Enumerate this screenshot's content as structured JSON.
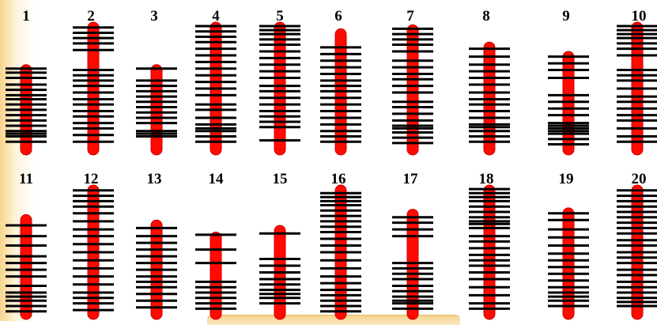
{
  "colors": {
    "chromosome": "#ff0a00",
    "chromosome_edge": "#c80000",
    "band": "#000000",
    "glow": "#f7cd78"
  },
  "chromosomes": [
    {
      "label": "1",
      "top": 0.32,
      "bottom": 1.0,
      "bands": [
        0.35,
        0.38,
        0.42,
        0.47,
        0.51,
        0.55,
        0.58,
        0.62,
        0.66,
        0.7,
        0.74,
        0.78,
        0.82,
        0.84,
        0.86,
        0.9
      ]
    },
    {
      "label": "2",
      "top": 0.0,
      "bottom": 1.0,
      "bands": [
        0.04,
        0.08,
        0.12,
        0.16,
        0.21,
        0.36,
        0.4,
        0.44,
        0.48,
        0.53,
        0.58,
        0.62,
        0.67,
        0.71,
        0.76,
        0.8,
        0.85,
        0.9
      ]
    },
    {
      "label": "3",
      "top": 0.32,
      "bottom": 1.0,
      "bands": [
        0.35,
        0.44,
        0.48,
        0.52,
        0.56,
        0.6,
        0.64,
        0.68,
        0.72,
        0.76,
        0.82,
        0.84,
        0.86
      ]
    },
    {
      "label": "4",
      "top": 0.0,
      "bottom": 1.0,
      "bands": [
        0.03,
        0.07,
        0.11,
        0.15,
        0.2,
        0.25,
        0.3,
        0.35,
        0.4,
        0.45,
        0.5,
        0.55,
        0.62,
        0.66,
        0.72,
        0.77,
        0.8,
        0.82,
        0.86,
        0.9
      ]
    },
    {
      "label": "5",
      "top": 0.0,
      "bottom": 1.0,
      "bands": [
        0.03,
        0.06,
        0.09,
        0.13,
        0.17,
        0.22,
        0.27,
        0.32,
        0.37,
        0.42,
        0.48,
        0.52,
        0.57,
        0.62,
        0.67,
        0.71,
        0.75,
        0.79,
        0.89
      ]
    },
    {
      "label": "6",
      "top": 0.05,
      "bottom": 1.0,
      "bands": [
        0.19,
        0.24,
        0.29,
        0.34,
        0.39,
        0.44,
        0.48,
        0.52,
        0.57,
        0.62,
        0.67,
        0.72,
        0.77,
        0.82,
        0.86,
        0.9
      ]
    },
    {
      "label": "7",
      "top": 0.02,
      "bottom": 1.0,
      "bands": [
        0.05,
        0.09,
        0.13,
        0.17,
        0.22,
        0.29,
        0.34,
        0.39,
        0.43,
        0.48,
        0.53,
        0.6,
        0.64,
        0.69,
        0.74,
        0.78,
        0.8,
        0.83,
        0.87,
        0.91
      ]
    },
    {
      "label": "8",
      "top": 0.15,
      "bottom": 1.0,
      "bands": [
        0.2,
        0.26,
        0.32,
        0.37,
        0.42,
        0.47,
        0.53,
        0.58,
        0.62,
        0.67,
        0.72,
        0.77,
        0.79,
        0.82,
        0.86,
        0.9
      ]
    },
    {
      "label": "9",
      "top": 0.22,
      "bottom": 1.0,
      "bands": [
        0.26,
        0.31,
        0.36,
        0.42,
        0.55,
        0.6,
        0.65,
        0.7,
        0.76,
        0.78,
        0.8,
        0.82,
        0.84,
        0.88,
        0.92
      ]
    },
    {
      "label": "10",
      "top": 0.0,
      "bottom": 1.0,
      "bands": [
        0.03,
        0.06,
        0.09,
        0.12,
        0.16,
        0.2,
        0.25,
        0.36,
        0.4,
        0.44,
        0.5,
        0.56,
        0.6,
        0.65,
        0.7,
        0.74,
        0.8,
        0.86,
        0.9
      ]
    },
    {
      "label": "11",
      "top": 0.22,
      "bottom": 1.0,
      "bands": [
        0.3,
        0.38,
        0.45,
        0.53,
        0.58,
        0.63,
        0.68,
        0.75,
        0.8,
        0.83,
        0.86,
        0.9,
        0.94
      ]
    },
    {
      "label": "12",
      "top": 0.0,
      "bottom": 1.0,
      "bands": [
        0.04,
        0.08,
        0.12,
        0.16,
        0.21,
        0.27,
        0.33,
        0.38,
        0.44,
        0.5,
        0.56,
        0.62,
        0.68,
        0.74,
        0.8,
        0.84,
        0.88,
        0.93
      ]
    },
    {
      "label": "13",
      "top": 0.26,
      "bottom": 1.0,
      "bands": [
        0.32,
        0.38,
        0.43,
        0.48,
        0.53,
        0.58,
        0.63,
        0.68,
        0.72,
        0.76,
        0.81,
        0.86,
        0.91
      ]
    },
    {
      "label": "14",
      "top": 0.35,
      "bottom": 1.0,
      "bands": [
        0.37,
        0.48,
        0.58,
        0.72,
        0.76,
        0.8,
        0.84,
        0.88,
        0.92
      ]
    },
    {
      "label": "15",
      "top": 0.3,
      "bottom": 1.0,
      "bands": [
        0.36,
        0.55,
        0.6,
        0.65,
        0.7,
        0.74,
        0.78,
        0.81,
        0.84,
        0.88
      ]
    },
    {
      "label": "16",
      "top": 0.0,
      "bottom": 1.0,
      "bands": [
        0.06,
        0.09,
        0.12,
        0.15,
        0.19,
        0.23,
        0.27,
        0.31,
        0.35,
        0.4,
        0.45,
        0.5,
        0.56,
        0.62,
        0.68,
        0.73,
        0.78,
        0.82,
        0.86,
        0.9,
        0.94
      ]
    },
    {
      "label": "17",
      "top": 0.18,
      "bottom": 1.0,
      "bands": [
        0.24,
        0.28,
        0.33,
        0.38,
        0.58,
        0.62,
        0.66,
        0.7,
        0.75,
        0.79,
        0.83,
        0.86,
        0.88,
        0.92
      ]
    },
    {
      "label": "18",
      "top": 0.0,
      "bottom": 1.0,
      "bands": [
        0.03,
        0.06,
        0.09,
        0.12,
        0.16,
        0.2,
        0.24,
        0.27,
        0.29,
        0.32,
        0.38,
        0.42,
        0.47,
        0.52,
        0.56,
        0.6,
        0.65,
        0.7,
        0.76,
        0.82,
        0.88,
        0.92
      ]
    },
    {
      "label": "19",
      "top": 0.17,
      "bottom": 1.0,
      "bands": [
        0.21,
        0.26,
        0.33,
        0.39,
        0.45,
        0.51,
        0.56,
        0.61,
        0.66,
        0.71,
        0.76,
        0.8,
        0.83,
        0.86,
        0.9
      ]
    },
    {
      "label": "20",
      "top": 0.0,
      "bottom": 1.0,
      "bands": [
        0.04,
        0.08,
        0.12,
        0.16,
        0.2,
        0.24,
        0.28,
        0.32,
        0.36,
        0.41,
        0.45,
        0.5,
        0.54,
        0.58,
        0.63,
        0.67,
        0.72,
        0.76,
        0.8,
        0.84,
        0.87,
        0.9
      ]
    }
  ]
}
